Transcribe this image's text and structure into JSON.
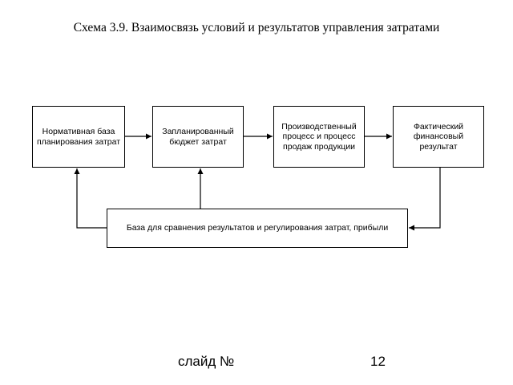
{
  "title": "Схема 3.9. Взаимосвязь условий и результатов управления затратами",
  "boxes": {
    "normative": "Нормативная база планирования затрат",
    "budget": "Запланированный бюджет затрат",
    "production": "Производственный процесс и процесс продаж продукции",
    "result": "Фактический финансовый результат",
    "comparison": "База для сравнения результатов и регулирования затрат, прибыли"
  },
  "footer": {
    "label": "слайд №",
    "number": "12"
  }
}
